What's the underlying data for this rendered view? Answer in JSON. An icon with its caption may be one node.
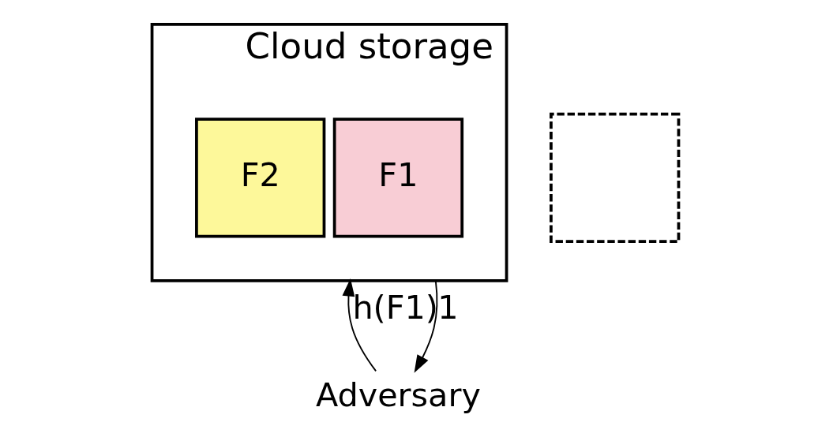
{
  "diagram": {
    "nodes": [
      {
        "text": [
          "Cloud storage"
        ]
      },
      {
        "text": [
          "F1"
        ],
        "in": 0
      },
      {
        "text": [
          "F2"
        ],
        "in": 0
      },
      {
        "text": [
          "Adversary"
        ]
      },
      {
        "text": [],
        "shape": "box"
      }
    ],
    "edges": [
      {
        "from": 3,
        "to": 0,
        "arrow": "to",
        "label": "h(F1)"
      },
      {
        "from": 0,
        "to": 3,
        "arrow": "to",
        "label": "1"
      }
    ]
  }
}
